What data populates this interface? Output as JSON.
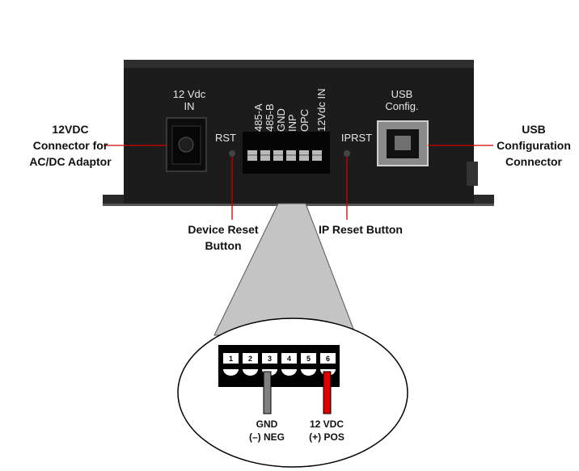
{
  "callouts": {
    "dc_connector": [
      "12VDC",
      "Connector for",
      "AC/DC Adaptor"
    ],
    "usb_connector": [
      "USB",
      "Configuration",
      "Connector"
    ],
    "device_reset": [
      "Device Reset",
      "Button"
    ],
    "ip_reset": [
      "IP Reset Button"
    ]
  },
  "device_labels": {
    "power_in": [
      "12 Vdc",
      "IN"
    ],
    "rst": "RST",
    "iprst": "IPRST",
    "usb": [
      "USB",
      "Config."
    ],
    "terminals": [
      "485-A",
      "485-B",
      "GND",
      "INP",
      "OPC",
      "12Vdc IN"
    ]
  },
  "terminal_block": {
    "pins": [
      "1",
      "2",
      "3",
      "4",
      "5",
      "6"
    ],
    "gnd_wire": [
      "GND",
      "(–) NEG"
    ],
    "pos_wire": [
      "12 VDC",
      "(+) POS"
    ]
  },
  "colors": {
    "device_body": "#1c1c1c",
    "gnd_wire": "#808080",
    "pos_wire": "#e00000",
    "callout_line": "#cc0000"
  }
}
